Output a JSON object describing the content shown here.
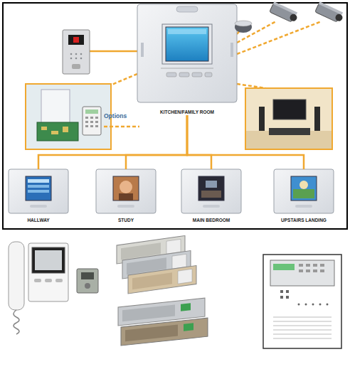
{
  "diagram": {
    "nodes": [
      {
        "text": [
          "KITCHEN/FAMILY ROOM"
        ]
      },
      {
        "text": [
          "HALLWAY"
        ]
      },
      {
        "text": [
          "STUDY"
        ]
      },
      {
        "text": [
          "MAIN BEDROOM"
        ]
      },
      {
        "text": [
          "UPSTAIRS LANDING"
        ]
      }
    ],
    "edges": [
      {
        "from": 0,
        "to": 1,
        "arrow": "none"
      },
      {
        "from": 0,
        "to": 2,
        "arrow": "none"
      },
      {
        "from": 0,
        "to": 3,
        "arrow": "none"
      },
      {
        "from": 0,
        "to": 4,
        "arrow": "none"
      }
    ],
    "legend": [
      {
        "text": "Options"
      }
    ]
  }
}
